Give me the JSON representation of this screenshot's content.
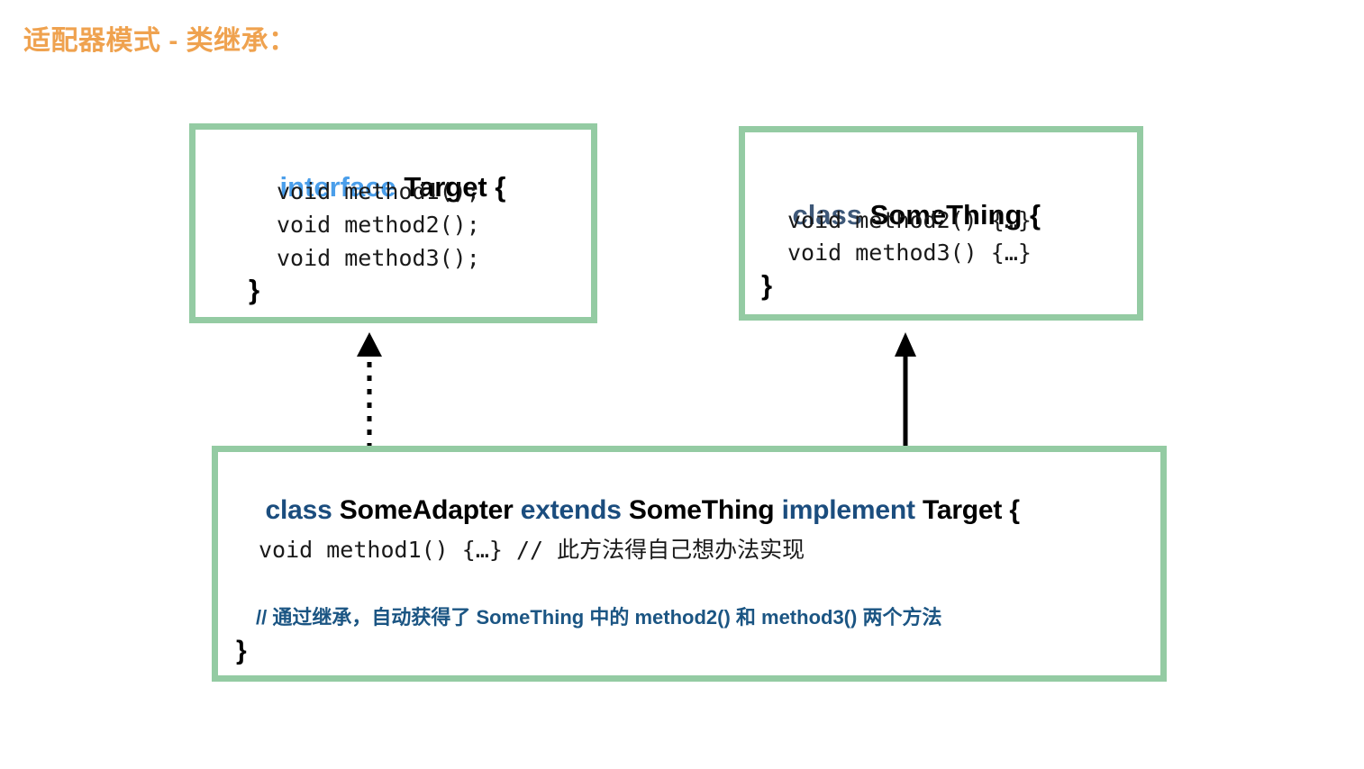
{
  "slide": {
    "title": "适配器模式 - 类继承：",
    "title_color": "#EFA24F",
    "background": "#FFFFFF",
    "box_border_color": "#94CBA3"
  },
  "boxes": {
    "target": {
      "keyword": "interface",
      "keyword_color": "#4A9EEA",
      "name": "Target {",
      "lines": [
        "void method1();",
        "void method2();",
        "void method3();"
      ],
      "closing_brace": "}"
    },
    "something": {
      "keyword": "class",
      "keyword_color": "#3E5878",
      "name": "SomeThing {",
      "lines": [
        "void method2() {…}",
        "void method3() {…}"
      ],
      "closing_brace": "}"
    },
    "adapter": {
      "kw_class": "class",
      "name": "SomeAdapter",
      "kw_extends": "extends",
      "super_name": "SomeThing",
      "kw_implement": "implement",
      "interface_name": "Target",
      "open_brace": "{",
      "keyword_color": "#1B4D7E",
      "impl_line": "void method1() {…} // 此方法得自己想办法实现",
      "comment_line": "// 通过继承，自动获得了 SomeThing 中的 method2() 和 method3() 两个方法",
      "comment_color": "#1B5583",
      "closing_brace": "}"
    }
  },
  "arrows": {
    "implements": {
      "style": "dotted",
      "head": "solid-triangle",
      "color": "#000000",
      "from": "adapter",
      "to": "target"
    },
    "extends": {
      "style": "solid",
      "head": "solid-triangle",
      "color": "#000000",
      "from": "adapter",
      "to": "something"
    }
  }
}
